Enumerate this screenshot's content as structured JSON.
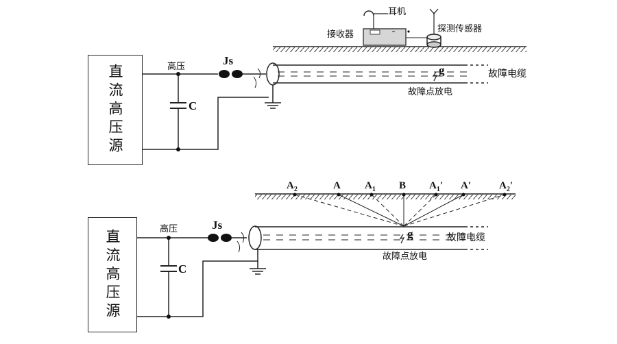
{
  "top": {
    "source_label": "直流高压源",
    "hv_label": "高压",
    "capacitor_label": "C",
    "gap_label": "Js",
    "cable_label": "故障电缆",
    "fault_label": "故障点放电",
    "fault_mark": "g",
    "earphone_label": "耳机",
    "receiver_label": "接收器",
    "sensor_label": "探测传感器"
  },
  "bottom": {
    "source_label": "直流高压源",
    "hv_label": "高压",
    "capacitor_label": "C",
    "gap_label": "Js",
    "cable_label": "故障电缆",
    "fault_label": "故障点放电",
    "fault_mark": "g",
    "points": {
      "a2": "A",
      "a2_sub": "2",
      "a": "A",
      "a1": "A",
      "a1_sub": "1",
      "b": "B",
      "a1p": "A",
      "a1p_sub": "1",
      "a1p_prime": "′",
      "ap": "A",
      "ap_prime": "′",
      "a2p": "A",
      "a2p_sub": "2",
      "a2p_prime": "′"
    }
  }
}
